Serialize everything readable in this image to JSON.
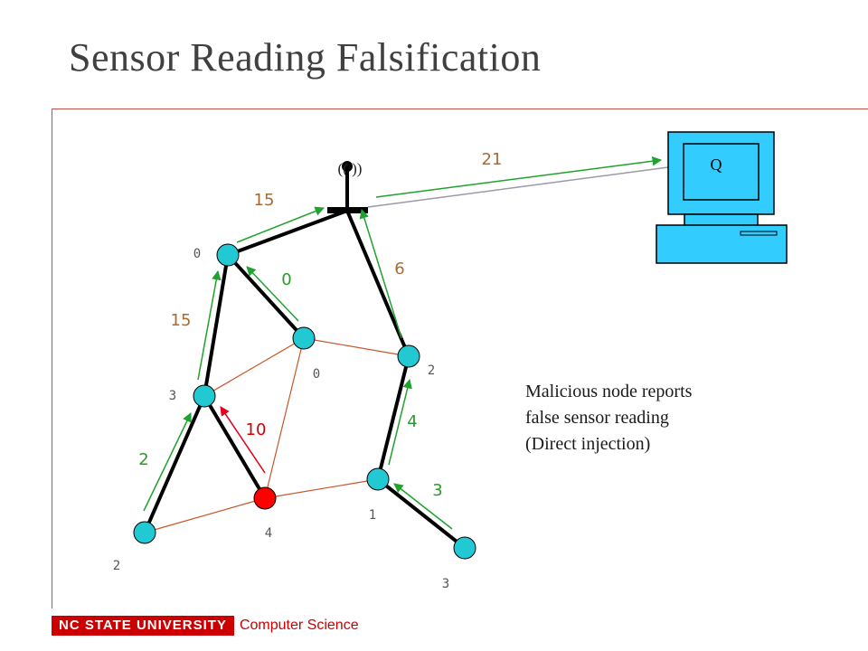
{
  "title": "Sensor Reading Falsification",
  "tower_label": "(( ))",
  "query_label": "Q",
  "edge_values": {
    "sink_to_query": "21",
    "to_sink_left": "15",
    "to_left_top": "0",
    "to_sink_right": "6",
    "to_left_top_from_mid": "15",
    "malicious_up": "10",
    "to_mid_right": "4",
    "leaf_to_lower_right": "3",
    "leaf_to_mid_left": "2"
  },
  "node_readings": {
    "node_top_left": "0",
    "node_center": "0",
    "node_right_mid": "2",
    "node_mid_left": "3",
    "node_malicious": "4",
    "node_lower_right": "1",
    "node_leaf_left": "2",
    "node_leaf_right": "3"
  },
  "note_lines": [
    "Malicious node reports",
    "false sensor reading",
    "(Direct injection)"
  ],
  "footer": {
    "brand": "NC STATE UNIVERSITY",
    "department": "Computer Science"
  },
  "colors": {
    "node": "#22c8d2",
    "malicious_node": "#ff0000",
    "arrow": "#1fa22e",
    "malicious_arrow": "#e0001b",
    "value_label": "#a86a35",
    "green_label": "#2a9a2a",
    "red_label": "#d40000",
    "thin_edge": "#c8562b"
  }
}
